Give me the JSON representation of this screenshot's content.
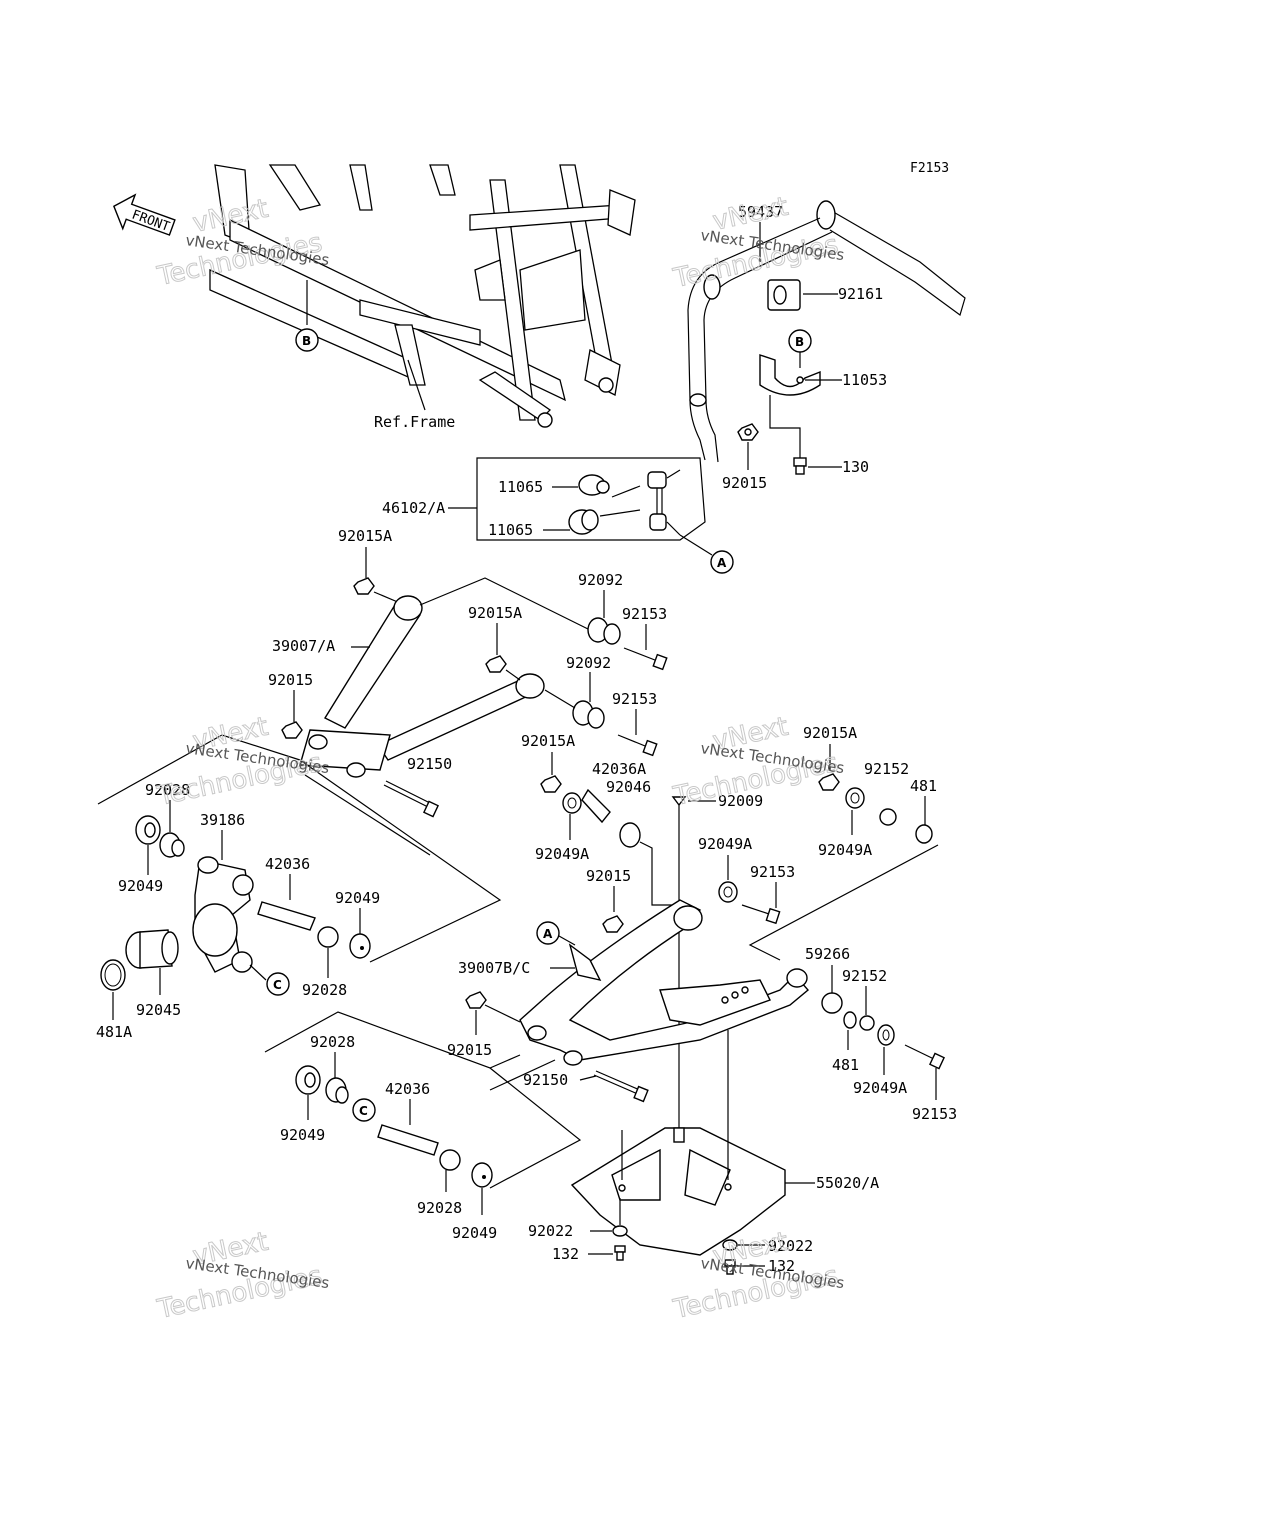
{
  "diagram_code": "F2153",
  "front_label": "FRONT",
  "ref_frame_label": "Ref.Frame",
  "watermark": {
    "text": "vNext Technologies",
    "big_top": "vNext",
    "big_bottom": "Technologies"
  },
  "callouts": {
    "a": "A",
    "b": "B",
    "c": "C"
  },
  "parts": {
    "p59437": "59437",
    "p92161": "92161",
    "p11053": "11053",
    "p130": "130",
    "p92015_top": "92015",
    "p11065_a": "11065",
    "p11065_b": "11065",
    "p46102": "46102/A",
    "p92015A_1": "92015A",
    "p92092_1": "92092",
    "p92153_1": "92153",
    "p39007": "39007/A",
    "p92015A_2": "92015A",
    "p92092_2": "92092",
    "p92153_2": "92153",
    "p92015_mid": "92015",
    "p92015A_3": "92015A",
    "p92150_1": "92150",
    "p42036A": "42036A",
    "p92046": "92046",
    "p92009": "92009",
    "p92015A_4": "92015A",
    "p92152_1": "92152",
    "p481_1": "481",
    "p92028_1": "92028",
    "p39186": "39186",
    "p92049_1": "92049",
    "p42036_1": "42036",
    "p92049A_1": "92049A",
    "p92049A_2": "92049A",
    "p92049A_3": "92049A",
    "p92153_3": "92153",
    "p92015_low": "92015",
    "p92049_2": "92049",
    "p92028_2": "92028",
    "p92045": "92045",
    "p481A": "481A",
    "p39007BC": "39007B/C",
    "p59266": "59266",
    "p92152_2": "92152",
    "p92015_bot": "92015",
    "p481_2": "481",
    "p92049A_4": "92049A",
    "p92153_4": "92153",
    "p92028_3": "92028",
    "p92150_2": "92150",
    "p42036_2": "42036",
    "p92049_3": "92049",
    "p92028_4": "92028",
    "p92049_4": "92049",
    "p55020": "55020/A",
    "p92022_1": "92022",
    "p132_1": "132",
    "p92022_2": "92022",
    "p132_2": "132"
  }
}
